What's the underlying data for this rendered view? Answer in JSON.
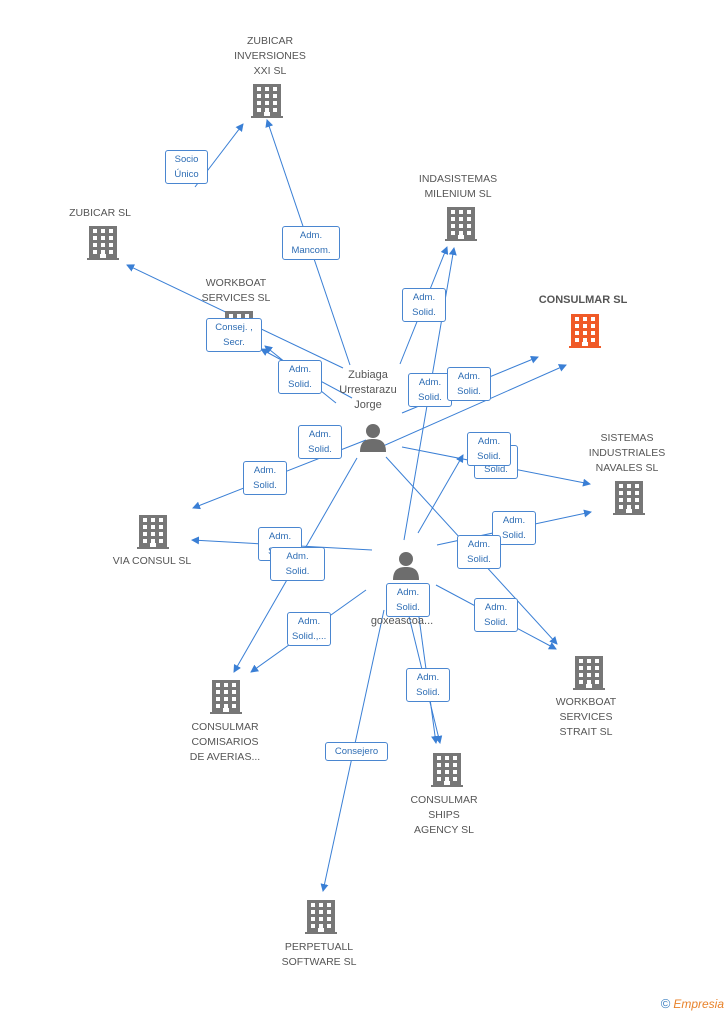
{
  "companies": [
    {
      "id": "zubicar-inversiones",
      "label": "ZUBICAR\nINVERSIONES\nXXI SL",
      "color": "#777777"
    },
    {
      "id": "indasistemas",
      "label": "INDASISTEMAS\nMILENIUM SL",
      "color": "#777777"
    },
    {
      "id": "zubicar",
      "label": "ZUBICAR SL",
      "color": "#777777"
    },
    {
      "id": "workboat-services",
      "label": "WORKBOAT\nSERVICES SL",
      "color": "#777777"
    },
    {
      "id": "consulmar",
      "label": "CONSULMAR SL",
      "color": "#f05a28",
      "highlight": true
    },
    {
      "id": "sistemas",
      "label": "SISTEMAS\nINDUSTRIALES\nNAVALES SL",
      "color": "#777777"
    },
    {
      "id": "via-consul",
      "label": "VIA CONSUL SL",
      "color": "#777777"
    },
    {
      "id": "workboat-strait",
      "label": "WORKBOAT\nSERVICES\nSTRAIT SL",
      "color": "#777777"
    },
    {
      "id": "comisarios",
      "label": "CONSULMAR\nCOMISARIOS\nDE AVERIAS...",
      "color": "#777777"
    },
    {
      "id": "ships",
      "label": "CONSULMAR\nSHIPS\nAGENCY SL",
      "color": "#777777"
    },
    {
      "id": "perpetuall",
      "label": "PERPETUALL\nSOFTWARE  SL",
      "color": "#777777"
    }
  ],
  "persons": [
    {
      "id": "jorge",
      "label": "Zubiaga\nUrrestarazu\nJorge"
    },
    {
      "id": "z2",
      "label": "Z\nC\ngoxeascoa..."
    }
  ],
  "edge_labels": [
    {
      "id": "socio-unico",
      "text": "Socio\nÚnico"
    },
    {
      "id": "adm-mancom",
      "text": "Adm.\nMancom."
    },
    {
      "id": "consej-secr",
      "text": "Consej. ,\nSecr."
    },
    {
      "id": "adm-solid-1",
      "text": "Adm.\nSolid."
    },
    {
      "id": "adm-solid-2",
      "text": "Adm.\nSolid."
    },
    {
      "id": "adm-solid-3",
      "text": "Adm.\nSolid."
    },
    {
      "id": "adm-solid-4",
      "text": "Adm.\nSolid."
    },
    {
      "id": "adm-solid-5",
      "text": "Adm.\nSolid."
    },
    {
      "id": "adm-solid-6",
      "text": "Adm.\nSolid."
    },
    {
      "id": "adm-solid-7",
      "text": "Adm.\nSolid."
    },
    {
      "id": "adm-solid-8",
      "text": "Adm.\nSolid."
    },
    {
      "id": "adm-solid-9",
      "text": "Adm.\nSolid."
    },
    {
      "id": "adm-solid-10",
      "text": "Adm.\nSolid."
    },
    {
      "id": "adm-solid-11",
      "text": "Adm.\nSolid."
    },
    {
      "id": "adm-solid-12",
      "text": "Adm.\nSolid."
    },
    {
      "id": "adm-solid-13",
      "text": "Adm.\nSolid."
    },
    {
      "id": "adm-solid-14",
      "text": "Adm.\nSolid.,..."
    },
    {
      "id": "adm-solid-15",
      "text": "Adm.\nSolid."
    },
    {
      "id": "adm-solid-16",
      "text": "Adm.\nSolid."
    },
    {
      "id": "adm-solid-17",
      "text": "Adm.\nSolid."
    },
    {
      "id": "consejero",
      "text": "Consejero"
    }
  ],
  "brand": {
    "copyright": "©",
    "name": "Empresia"
  }
}
